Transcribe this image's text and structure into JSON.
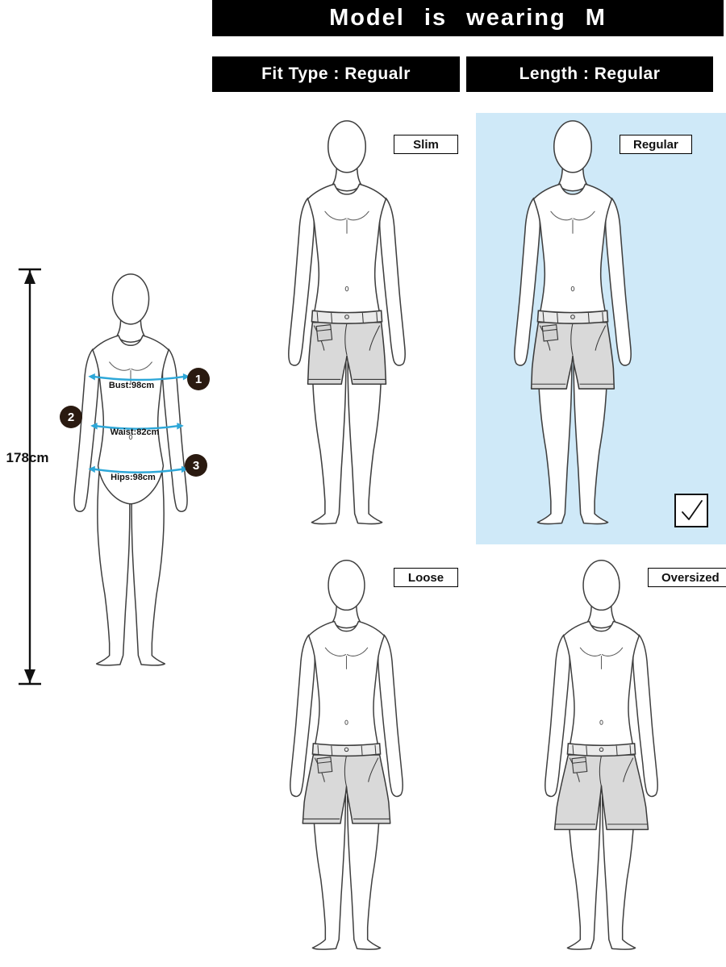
{
  "header": {
    "title": "Model is wearing M"
  },
  "banners": {
    "fit_type": "Fit Type : Regualr",
    "length": "Length : Regular"
  },
  "measurements": {
    "height": "178cm",
    "items": [
      {
        "num": "1",
        "label": "Bust:98cm"
      },
      {
        "num": "2",
        "label": "Waist:82cm"
      },
      {
        "num": "3",
        "label": "Hips:98cm"
      }
    ]
  },
  "fits": [
    {
      "label": "Slim",
      "selected": false
    },
    {
      "label": "Regular",
      "selected": true
    },
    {
      "label": "Loose",
      "selected": false
    },
    {
      "label": "Oversized",
      "selected": false
    }
  ],
  "selected_fit": "Regular",
  "icons": {
    "check": "checkmark-icon",
    "height_scale": "vertical-double-arrow-icon"
  },
  "colors": {
    "banner_bg": "#000000",
    "banner_text": "#ffffff",
    "highlight_bg": "#cfe9f8",
    "measure_line": "#2da7d8",
    "badge_bg": "#2a1a10",
    "shorts_fill": "#d9d9d9"
  }
}
